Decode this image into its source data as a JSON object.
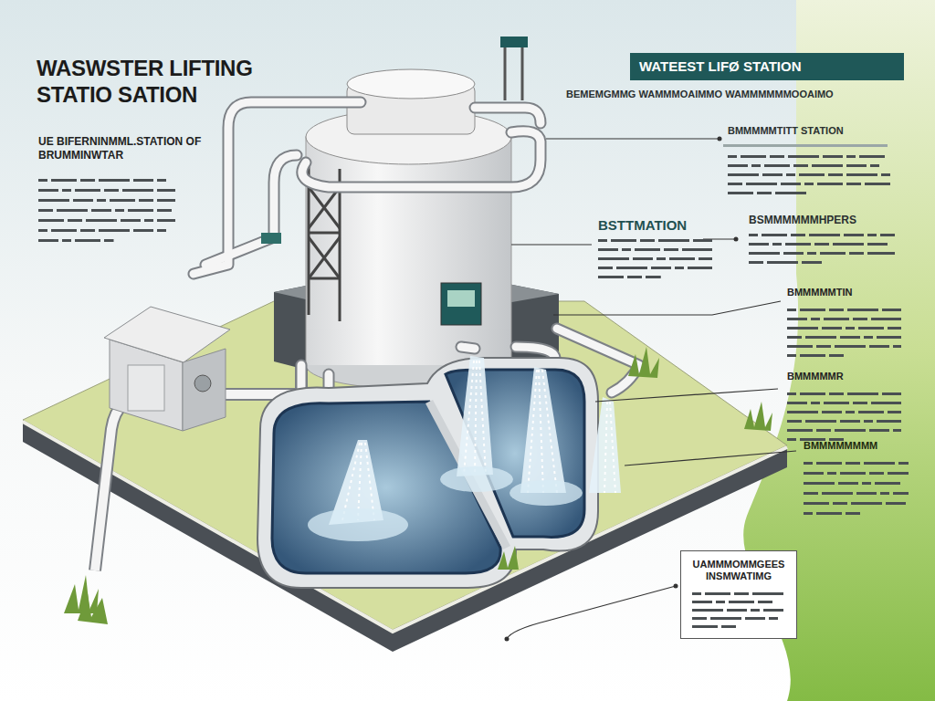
{
  "diagram": {
    "title": "WASWSTER LIFTING STATIO SATION",
    "nodes": [
      {
        "text": [
          "WATEEST LIFØ STATION"
        ]
      },
      {
        "text": [
          "UAMMMOMMGEES INSMWATIMG"
        ]
      }
    ],
    "labels": [
      "UE BIFERNINMML.STATION OF BRUMMINWTAR",
      "BEMEMGMMG WAMMMOAIMMO WAMMMMMMOOAIMO",
      "BMMMMMTITT STATION",
      "BSTTMATION",
      "BSMMMMMMHPERS",
      "BMMMMMTIN",
      "BMMMMMR",
      "BMMMMMMMM"
    ]
  }
}
